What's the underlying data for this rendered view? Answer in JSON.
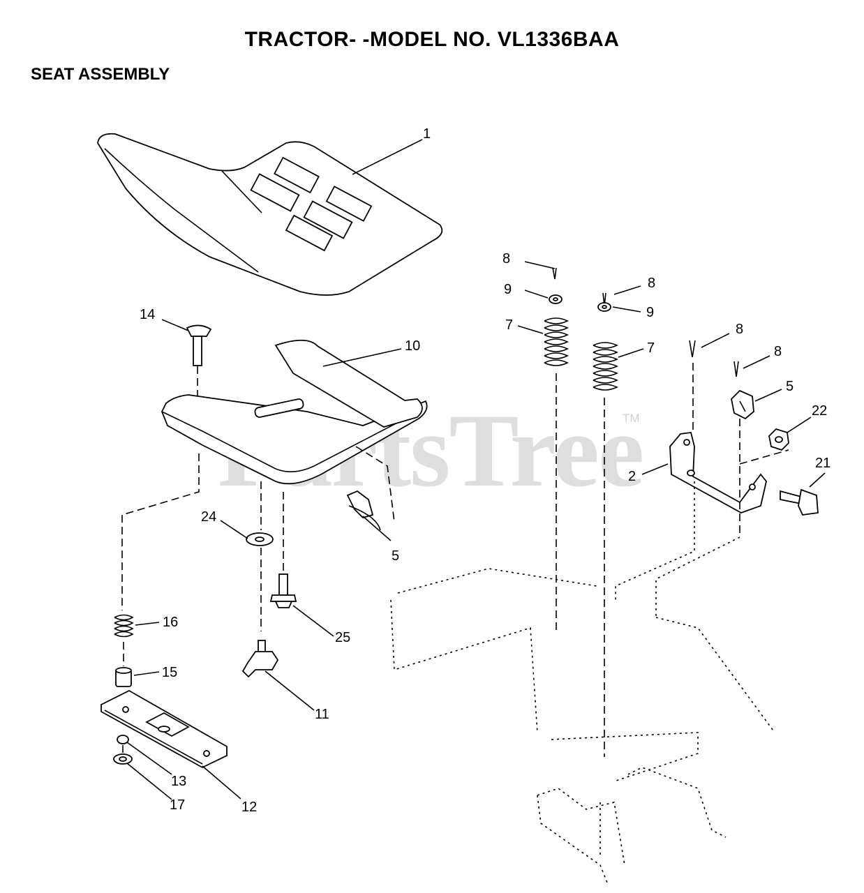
{
  "header": {
    "title": "TRACTOR- -MODEL NO. VL1336BAA",
    "subtitle": "SEAT ASSEMBLY"
  },
  "watermark": {
    "text": "PartsTree",
    "tm": "TM"
  },
  "callouts": [
    "1",
    "14",
    "10",
    "24",
    "5",
    "25",
    "16",
    "15",
    "11",
    "13",
    "17",
    "12",
    "8",
    "9",
    "7",
    "8",
    "9",
    "7",
    "8",
    "8",
    "5",
    "22",
    "2",
    "21"
  ]
}
